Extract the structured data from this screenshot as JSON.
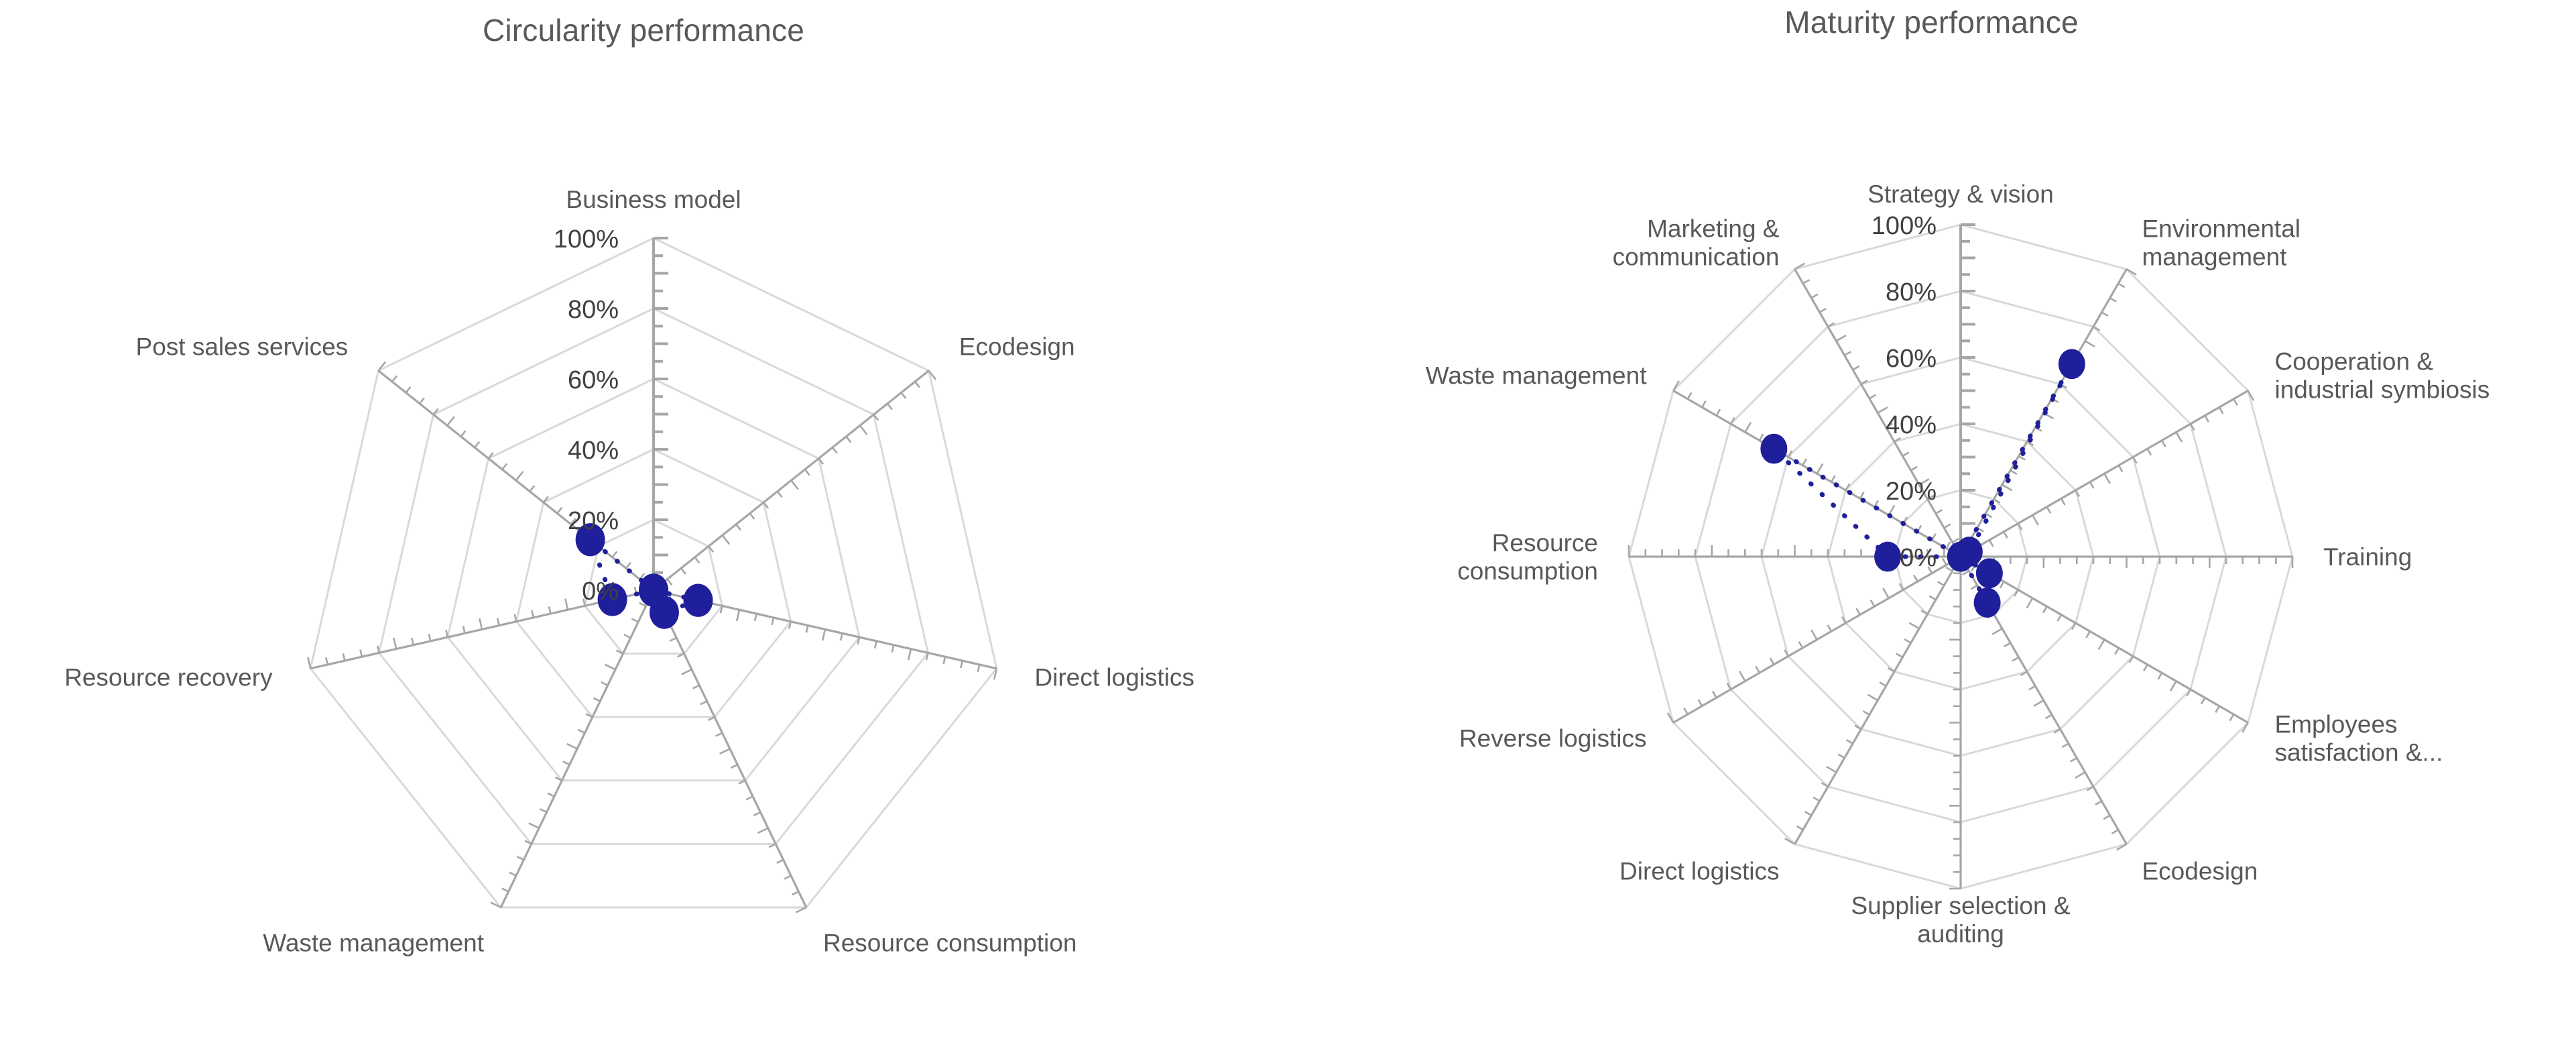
{
  "page": {
    "background": "#ffffff",
    "accent_color": "#1f1f9b",
    "label_color": "#595959",
    "grid_color": "#d9d9d9",
    "axis_color": "#a6a6a6"
  },
  "charts": [
    {
      "id": "circularity",
      "title": "Circularity performance",
      "tick_labels": [
        "0%",
        "20%",
        "40%",
        "60%",
        "80%",
        "100%"
      ],
      "categories": [
        "Business model",
        "Ecodesign",
        "Direct logistics",
        "Resource consumption",
        "Waste management",
        "Resource recovery",
        "Post sales services"
      ]
    },
    {
      "id": "maturity",
      "title": "Maturity performance",
      "tick_labels": [
        "0%",
        "20%",
        "40%",
        "60%",
        "80%",
        "100%"
      ],
      "categories": [
        "Strategy & vision",
        "Environmental management",
        "Cooperation & industrial symbiosis",
        "Training",
        "Employees satisfaction &...",
        "Ecodesign",
        "Supplier selection & auditing",
        "Direct logistics",
        "Reverse logistics",
        "Resource consumption",
        "Waste management",
        "Marketing & communication"
      ]
    }
  ],
  "chart_data": [
    {
      "type": "radar",
      "id": "circularity",
      "title": "Circularity performance",
      "xlabel": "",
      "ylabel": "",
      "ylim": [
        0,
        100
      ],
      "grid": true,
      "legend": "none",
      "tick_labels": [
        "0%",
        "20%",
        "40%",
        "60%",
        "80%",
        "100%"
      ],
      "tick_values": [
        0,
        20,
        40,
        60,
        80,
        100
      ],
      "categories": [
        "Business model",
        "Ecodesign",
        "Direct logistics",
        "Resource consumption",
        "Waste management",
        "Resource recovery",
        "Post sales services"
      ],
      "series": [
        {
          "name": "Circularity",
          "values": [
            0,
            0,
            13,
            7,
            0,
            12,
            23
          ]
        }
      ]
    },
    {
      "type": "radar",
      "id": "maturity",
      "title": "Maturity performance",
      "xlabel": "",
      "ylabel": "",
      "ylim": [
        0,
        100
      ],
      "grid": true,
      "legend": "none",
      "tick_labels": [
        "0%",
        "20%",
        "40%",
        "60%",
        "80%",
        "100%"
      ],
      "tick_values": [
        0,
        20,
        40,
        60,
        80,
        100
      ],
      "categories": [
        "Strategy & vision",
        "Environmental management",
        "Cooperation & industrial symbiosis",
        "Training",
        "Employees satisfaction &...",
        "Ecodesign",
        "Supplier selection & auditing",
        "Direct logistics",
        "Reverse logistics",
        "Resource consumption",
        "Waste management",
        "Marketing & communication"
      ],
      "series": [
        {
          "name": "Maturity",
          "values": [
            0,
            67,
            3,
            0,
            10,
            16,
            0,
            0,
            0,
            22,
            65,
            0
          ]
        }
      ]
    }
  ]
}
